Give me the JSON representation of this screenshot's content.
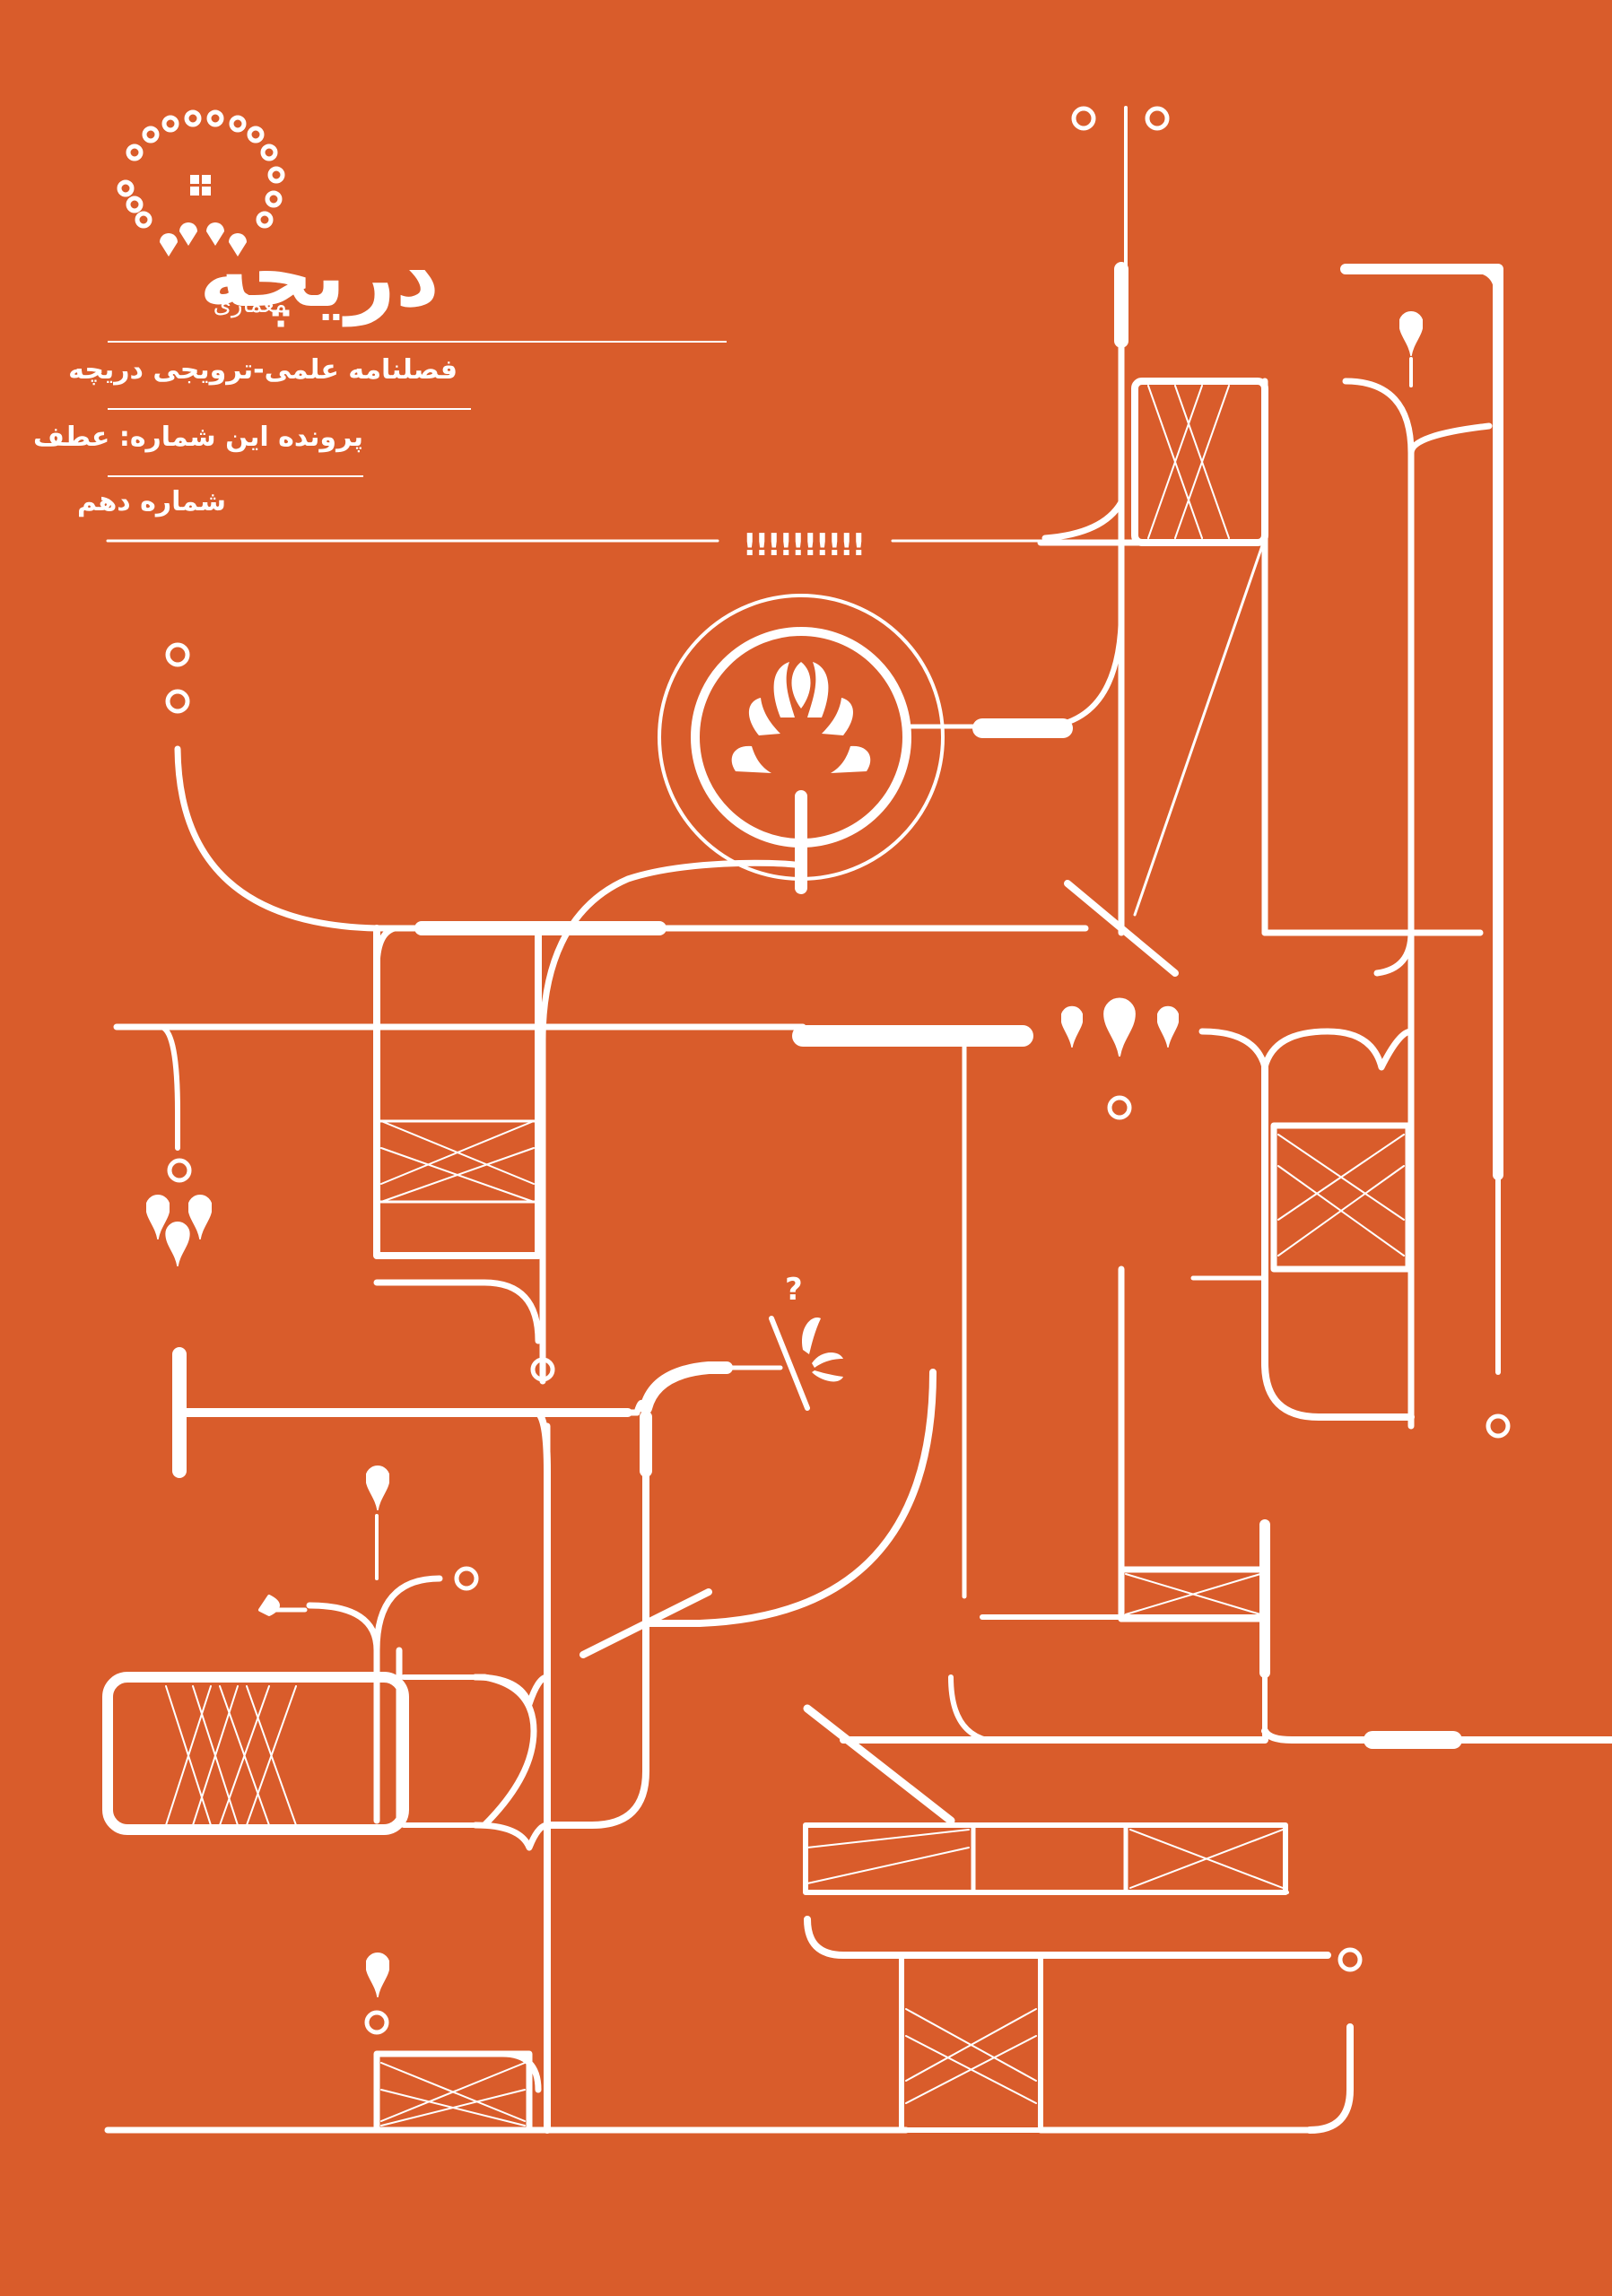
{
  "brand": {
    "name": "دریچه",
    "subtitle": "معماری"
  },
  "info_lines": [
    "فصلنامه علمی-ترویجی دریچه",
    "پرونده این شماره: عطف",
    "شماره دهم"
  ],
  "artwork": {
    "exclamation_text": "!!!!!!!!!!",
    "question_text": "?"
  },
  "colors": {
    "background": "#d95c2b",
    "foreground": "#ffffff"
  },
  "icons": [
    "rosette-logo-icon",
    "tulip-flower-icon",
    "droplet-icon",
    "ring-icon"
  ]
}
